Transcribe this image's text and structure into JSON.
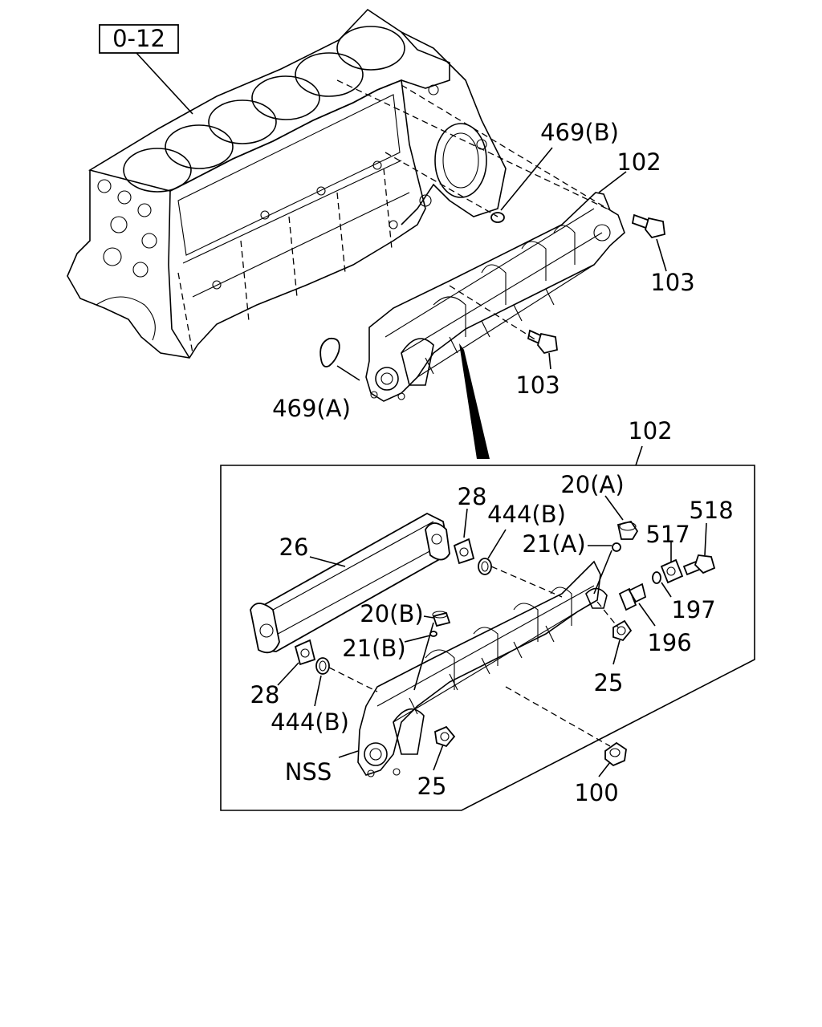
{
  "ref_box": "0-12",
  "labels": {
    "l469b": "469(B)",
    "l102_top": "102",
    "l103_right": "103",
    "l103_mid": "103",
    "l469a": "469(A)",
    "l102_detail": "102",
    "l28_top": "28",
    "l444b_top": "444(B)",
    "l20a": "20(A)",
    "l518": "518",
    "l26": "26",
    "l517": "517",
    "l21a": "21(A)",
    "l20b": "20(B)",
    "l197": "197",
    "l21b": "21(B)",
    "l196": "196",
    "l25_right": "25",
    "l28_bottom": "28",
    "l444b_bottom": "444(B)",
    "l_nss": "NSS",
    "l25_bottom": "25",
    "l100": "100"
  }
}
